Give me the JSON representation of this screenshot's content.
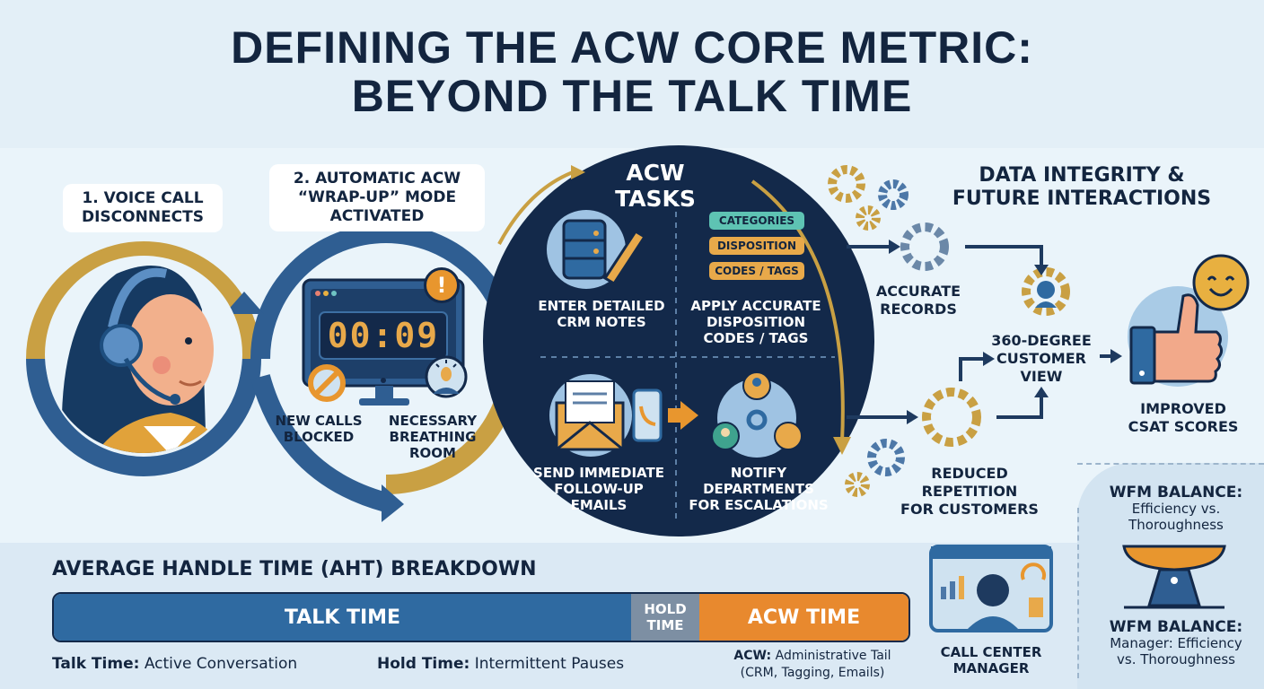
{
  "title": {
    "line1": "DEFINING THE ACW CORE METRIC:",
    "line2": "BEYOND THE TALK TIME"
  },
  "step1": {
    "label_line1": "1. VOICE CALL",
    "label_line2": "DISCONNECTS",
    "icon": "agent-headset-icon"
  },
  "step2": {
    "label_line1": "2. AUTOMATIC ACW",
    "label_line2": "“WRAP-UP” MODE",
    "label_line3": "ACTIVATED",
    "timer": "00:09",
    "alert_icon": "!",
    "blocked": {
      "line1": "NEW CALLS",
      "line2": "BLOCKED",
      "icon": "prohibited-icon"
    },
    "breathing": {
      "line1": "NECESSARY",
      "line2": "BREATHING",
      "line3": "ROOM",
      "icon": "person-lightbulb-icon"
    }
  },
  "acw_tasks": {
    "heading": "ACW TASKS",
    "tasks": [
      {
        "line1": "ENTER DETAILED",
        "line2": "CRM NOTES",
        "icon": "database-pencil-icon"
      },
      {
        "line1": "APPLY ACCURATE",
        "line2": "DISPOSITION",
        "line3": "CODES / TAGS",
        "icon": "tags-icon",
        "tags": [
          "CATEGORIES",
          "DISPOSITION",
          "CODES / TAGS"
        ]
      },
      {
        "line1": "SEND IMMEDIATE",
        "line2": "FOLLOW-UP",
        "line3": "EMAILS",
        "icon": "envelope-phone-icon"
      },
      {
        "line1": "NOTIFY",
        "line2": "DEPARTMENTS",
        "line3": "FOR ESCALATIONS",
        "icon": "network-people-icon"
      }
    ]
  },
  "data_integrity": {
    "heading_line1": "DATA INTEGRITY &",
    "heading_line2": "FUTURE INTERACTIONS",
    "accurate_records": {
      "line1": "ACCURATE",
      "line2": "RECORDS"
    },
    "customer_view": {
      "line1": "360-DEGREE",
      "line2": "CUSTOMER",
      "line3": "VIEW"
    },
    "reduced_repetition": {
      "line1": "REDUCED",
      "line2": "REPETITION",
      "line3": "FOR CUSTOMERS"
    },
    "csat": {
      "line1": "IMPROVED",
      "line2": "CSAT SCORES"
    }
  },
  "aht": {
    "heading": "AVERAGE HANDLE TIME (AHT) BREAKDOWN",
    "segments": [
      {
        "label": "TALK TIME",
        "color": "#2f6aa1"
      },
      {
        "label_line1": "HOLD",
        "label_line2": "TIME",
        "color": "#7d8fa3"
      },
      {
        "label": "ACW TIME",
        "color": "#e8892e"
      }
    ],
    "legend": {
      "talk_bold": "Talk Time:",
      "talk_text": "Active Conversation",
      "hold_bold": "Hold Time:",
      "hold_text": "Intermittent Pauses",
      "acw_bold": "ACW:",
      "acw_text": "Administrative Tail",
      "acw_text2": "(CRM, Tagging, Emails)"
    }
  },
  "manager": {
    "line1": "CALL CENTER",
    "line2": "MANAGER"
  },
  "wfm": {
    "top_bold": "WFM BALANCE:",
    "top_line2": "Efficiency vs.",
    "top_line3": "Thoroughness",
    "bottom_bold": "WFM BALANCE:",
    "bottom_line2": "Manager: Efficiency",
    "bottom_line3": "vs. Thoroughness"
  },
  "colors": {
    "navy": "#13294a",
    "blue": "#2f6aa1",
    "gold": "#c9a043",
    "orange": "#e8892e",
    "gray": "#7d8fa3"
  }
}
